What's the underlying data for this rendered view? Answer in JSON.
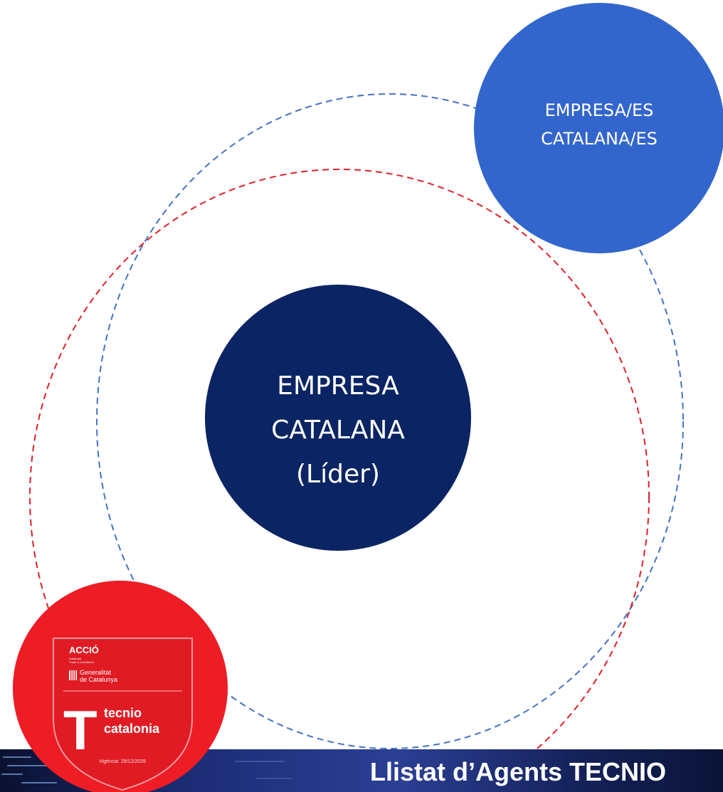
{
  "diagram": {
    "partners_circle": {
      "line1": "EMPRESA/ES",
      "line2": "CATALANA/ES",
      "fill": "#3366cc"
    },
    "leader_circle": {
      "line1": "EMPRESA",
      "line2": "CATALANA",
      "line3": "(Líder)",
      "fill": "#0b2463"
    },
    "orbit_colors": {
      "blue": "#4472c4",
      "red": "#e0202a"
    }
  },
  "badge": {
    "brand": "ACCIÓ",
    "brand_sub1": "Catalonia",
    "brand_sub2": "Trade & Investment",
    "gov_line1": "Generalitat",
    "gov_line2": "de Catalunya",
    "letter": "T",
    "name_line1": "tecnio",
    "name_line2": "catalonia",
    "validity": "Vigència: 29/12/2028",
    "circle_fill": "#ee1c24",
    "shield_fill": "#e01b24"
  },
  "footer": {
    "title": "Llistat d’Agents TECNIO"
  }
}
